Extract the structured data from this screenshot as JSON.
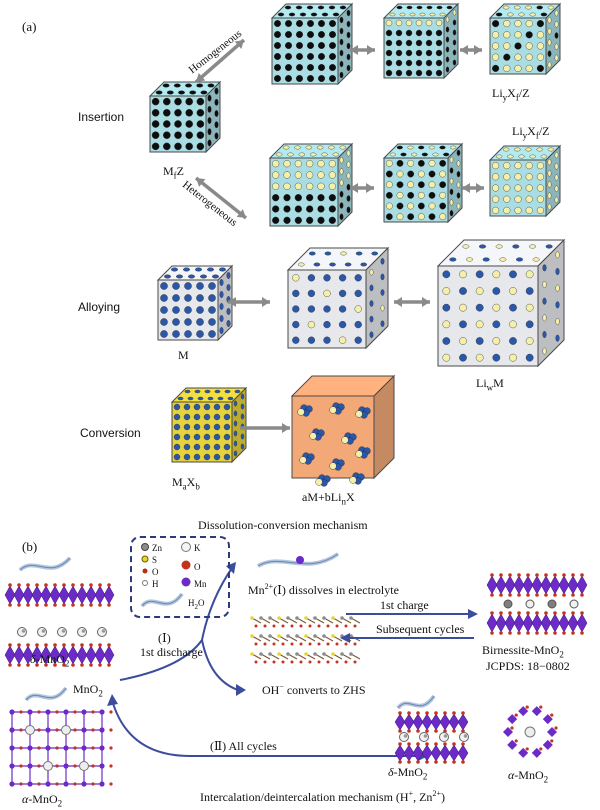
{
  "panel_a": {
    "label": "(a)",
    "insertion": {
      "row_label": "Insertion",
      "homogeneous": "Homogeneous",
      "heterogeneous": "Heterogeneous",
      "start_formula": "MfZ",
      "start_parts": {
        "base": "M",
        "sub": "f",
        "tail": "Z"
      },
      "homo_end_parts": {
        "a": "Li",
        "sa": "y",
        "b": "X",
        "sb": "f",
        "c": "/Z"
      },
      "hetero_end_parts": {
        "a": "Li",
        "sa": "y",
        "b": "X",
        "sb": "f",
        "c": "/Z"
      }
    },
    "alloying": {
      "row_label": "Alloying",
      "start": "M",
      "end_parts": {
        "a": "Li",
        "sa": "w",
        "b": "M"
      }
    },
    "conversion": {
      "row_label": "Conversion",
      "start_parts": {
        "a": "M",
        "sa": "a",
        "b": "X",
        "sb": "b"
      },
      "end_parts": {
        "a": "aM+bLi",
        "sa": "n",
        "b": "X"
      }
    },
    "colors": {
      "insertion_face": "#a9dde3",
      "alloy_face": "#e6e8ec",
      "conversion_face": "#e5d23c",
      "conversion_end_face": "#f2a877",
      "dark_dot": "#0d0d0d",
      "blue_dot": "#2a57a8",
      "yellow_dot": "#f4efaa",
      "arrow": "#8a8a8a"
    }
  },
  "panel_b": {
    "label": "(b)",
    "title": "Dissolution-conversion mechanism",
    "legend": {
      "zn": "Zn",
      "k": "K",
      "s": "S",
      "o": "O",
      "o2": "O",
      "mn": "Mn",
      "h": "H",
      "h2o": "H2O"
    },
    "delta_left": "δ-MnO2",
    "alpha_left": "α-MnO2",
    "mno2": "MnO2",
    "step1_roman": "(Ⅰ)",
    "step1_text": "1st discharge",
    "mn_dissolves": "Mn2+(Ⅰ) dissolves in electrolyte",
    "oh_converts": "OH− converts to ZHS",
    "first_charge": "1st charge",
    "subsequent": "Subsequent cycles",
    "birnessite": "Birnessite-MnO2",
    "jcpds": "JCPDS: 18−0802",
    "all_cycles": "(Ⅱ) All cycles",
    "delta_right": "δ-MnO2",
    "alpha_right": "α-MnO2",
    "intercalation": "Intercalation/deintercalation mechanism (H+, Zn2+)",
    "colors": {
      "arrow_blue": "#3c4d9e",
      "mn": "#6c2bc7",
      "o": "#c5321d",
      "zn": "#7f7f7f"
    }
  }
}
